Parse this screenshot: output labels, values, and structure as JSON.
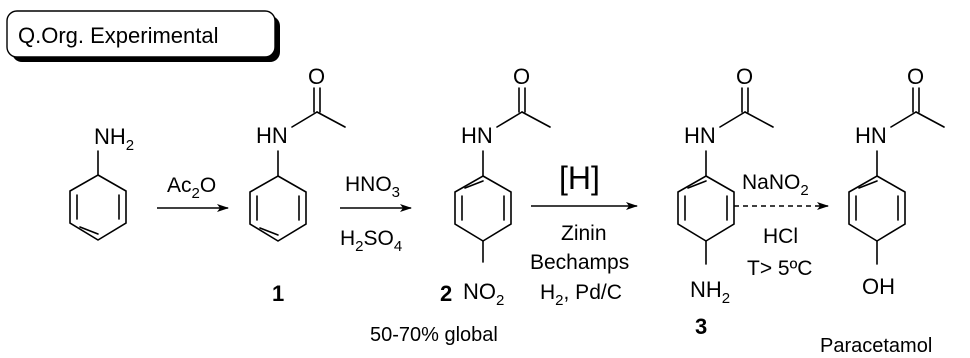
{
  "header": {
    "title": "Q.Org. Experimental"
  },
  "molecules": {
    "aniline": {
      "group_label": "NH",
      "group_sub": "2"
    },
    "compound1": {
      "carbonyl_o": "O",
      "amide_nh": "HN",
      "number": "1"
    },
    "compound2": {
      "carbonyl_o": "O",
      "amide_nh": "HN",
      "number": "2",
      "group_label": "NO",
      "group_sub": "2"
    },
    "compound3": {
      "carbonyl_o": "O",
      "amide_nh": "HN",
      "number": "3",
      "group_label": "NH",
      "group_sub": "2"
    },
    "product": {
      "carbonyl_o": "O",
      "amide_nh": "HN",
      "group_label": "OH",
      "name": "Paracetamol"
    }
  },
  "steps": {
    "step1": {
      "reagent_main": "Ac",
      "reagent_sub": "2",
      "reagent_tail": "O"
    },
    "step2": {
      "above_main": "HNO",
      "above_sub": "3",
      "below_main": "H",
      "below_sub1": "2",
      "below_mid": "SO",
      "below_sub2": "4"
    },
    "step3": {
      "above": "[H]",
      "below_line1": "Zinin",
      "below_line2": "Bechamps",
      "below_line3_a": "H",
      "below_line3_sub": "2",
      "below_line3_b": ", Pd/C"
    },
    "step4": {
      "above_main": "NaNO",
      "above_sub": "2",
      "below_line1": "HCl",
      "below_line2": "T> 5ºC"
    }
  },
  "notes": {
    "yield": "50-70% global"
  }
}
